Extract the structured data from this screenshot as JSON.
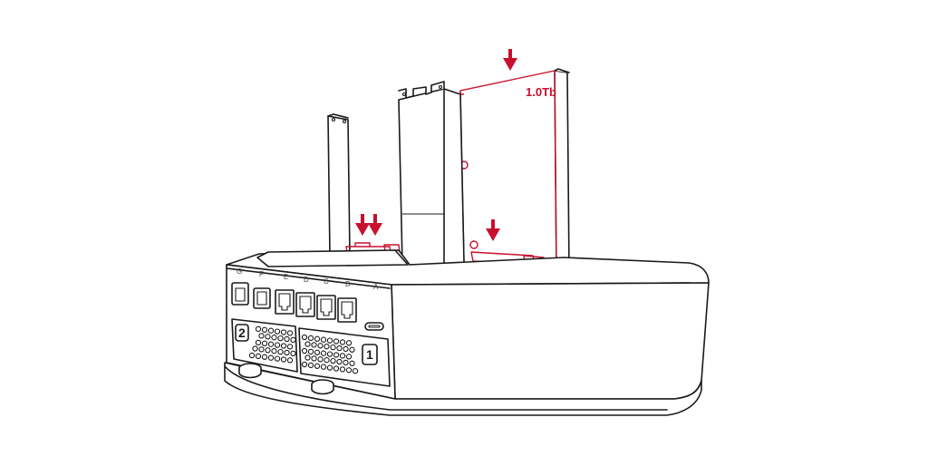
{
  "diagram": {
    "drive_label": "1.0Tb",
    "port_labels": [
      "G",
      "F",
      "E",
      "D",
      "C",
      "B",
      "A"
    ],
    "module_numbers": [
      "2",
      "1"
    ],
    "colors": {
      "line": "#1a1a1a",
      "highlight": "#c8102e",
      "background": "#ffffff"
    }
  }
}
